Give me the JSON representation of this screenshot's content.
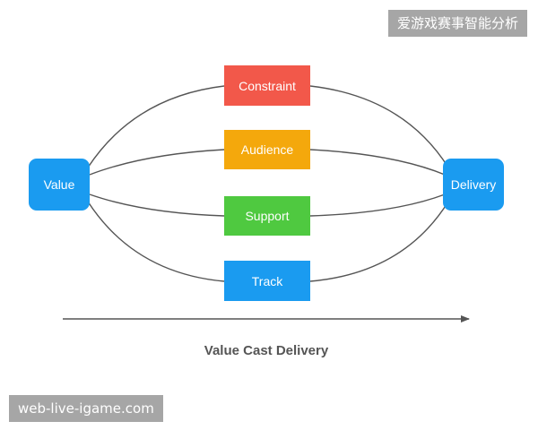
{
  "watermarks": {
    "top_right": "爱游戏赛事智能分析",
    "bottom_left": "web-live-igame.com"
  },
  "diagram": {
    "source_node": {
      "label": "Value",
      "color": "#1a9bf0"
    },
    "target_node": {
      "label": "Delivery",
      "color": "#1a9bf0"
    },
    "paths": [
      {
        "label": "Constraint",
        "color": "#f2584a"
      },
      {
        "label": "Audience",
        "color": "#f4a80c"
      },
      {
        "label": "Support",
        "color": "#4fc940"
      },
      {
        "label": "Track",
        "color": "#1a9bf0"
      }
    ],
    "caption": "Value Cast Delivery",
    "connector_color": "#555555",
    "text_color": "#ffffff",
    "caption_color": "#555555"
  }
}
